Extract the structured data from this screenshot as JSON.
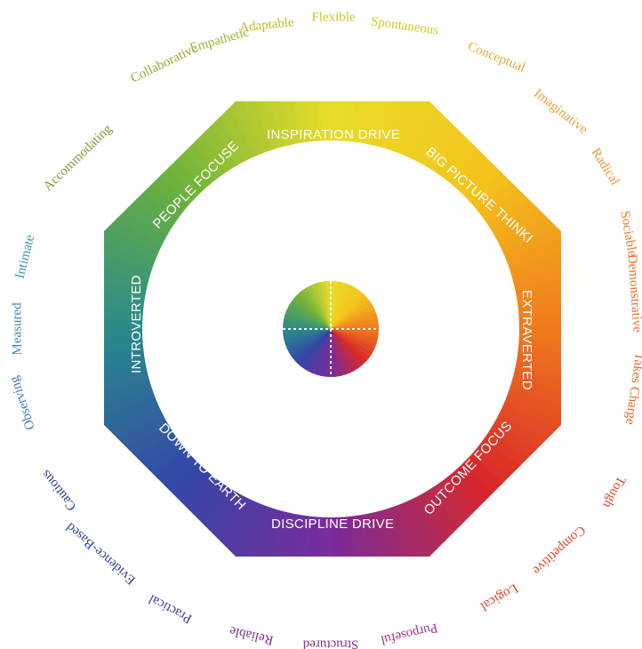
{
  "ring_labels": {
    "top": "INSPIRATION DRIVEN",
    "top_right": "BIG PICTURE THINKING",
    "right": "EXTRAVERTED",
    "bottom_right": "OUTCOME FOCUSED",
    "bottom": "DISCIPLINE DRIVEN",
    "bottom_left": "DOWN TO EARTH",
    "left": "INTROVERTED",
    "top_left": "PEOPLE FOCUSED"
  },
  "outer_traits": [
    {
      "text": "Accommodating",
      "color": "#7aa13a"
    },
    {
      "text": "Collaborative",
      "color": "#8fae34"
    },
    {
      "text": "Empathetic",
      "color": "#9bb532"
    },
    {
      "text": "Adaptable",
      "color": "#b8c128"
    },
    {
      "text": "Flexible",
      "color": "#c4c624"
    },
    {
      "text": "Spontaneous",
      "color": "#cfc824"
    },
    {
      "text": "Conceptual",
      "color": "#e6a93a"
    },
    {
      "text": "Imaginative",
      "color": "#eb9f3a"
    },
    {
      "text": "Radical",
      "color": "#ee9636"
    },
    {
      "text": "Sociable",
      "color": "#e77a2b"
    },
    {
      "text": "Demonstrative",
      "color": "#e67430"
    },
    {
      "text": "Takes Charge",
      "color": "#e36a2a"
    },
    {
      "text": "Tough",
      "color": "#df4a2a"
    },
    {
      "text": "Competitive",
      "color": "#dc4a2c"
    },
    {
      "text": "Logical",
      "color": "#d7402a"
    },
    {
      "text": "Purposeful",
      "color": "#a13088"
    },
    {
      "text": "Structured",
      "color": "#8a2c8c"
    },
    {
      "text": "Reliable",
      "color": "#7a2c8c"
    },
    {
      "text": "Practical",
      "color": "#3d3a98"
    },
    {
      "text": "Evidence-Based",
      "color": "#2e3f96"
    },
    {
      "text": "Cautious",
      "color": "#283f8c"
    },
    {
      "text": "Observing",
      "color": "#3a78b4"
    },
    {
      "text": "Measured",
      "color": "#3f86b8"
    },
    {
      "text": "Intimate",
      "color": "#3f94ae"
    }
  ],
  "colors": {
    "green": "#6fb33a",
    "yellow": "#e8dc2a",
    "orange": "#f07a1e",
    "red": "#d8282a",
    "purple": "#7a2c9c",
    "blue": "#3447a8",
    "teal": "#2a8a8a"
  }
}
